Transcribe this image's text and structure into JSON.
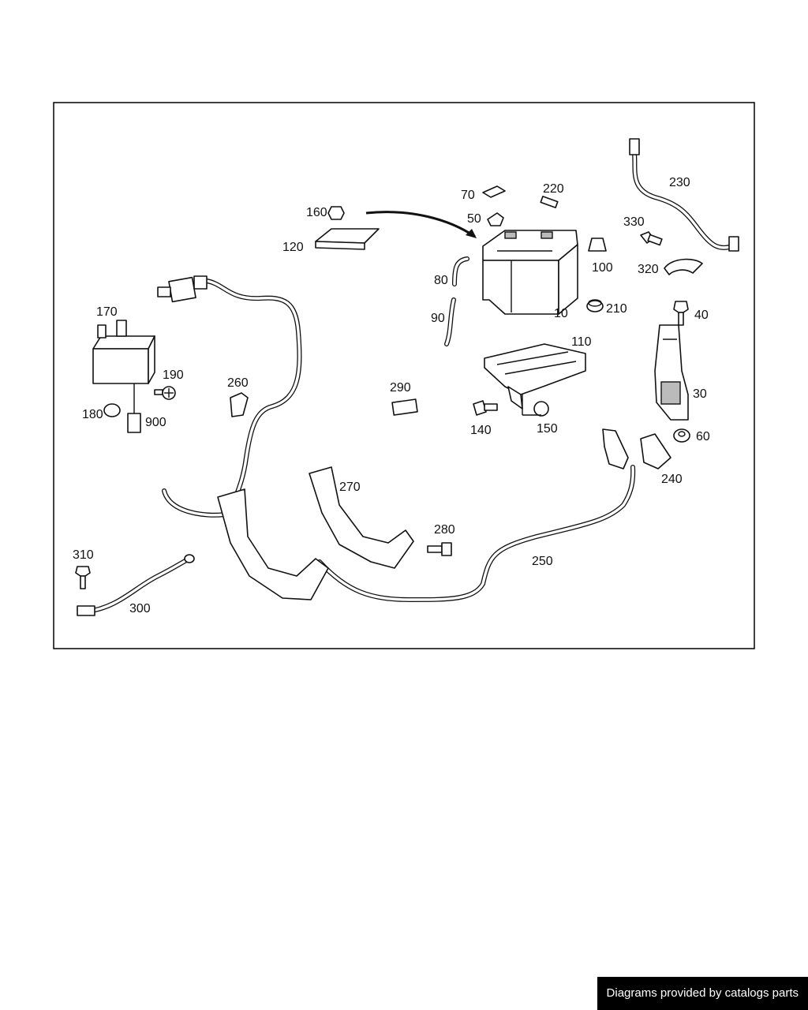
{
  "labels": {
    "p10": "10",
    "p30": "30",
    "p40": "40",
    "p50": "50",
    "p60": "60",
    "p70": "70",
    "p80": "80",
    "p90": "90",
    "p100": "100",
    "p110": "110",
    "p120": "120",
    "p140": "140",
    "p150": "150",
    "p160": "160",
    "p170": "170",
    "p180": "180",
    "p190": "190",
    "p210": "210",
    "p220": "220",
    "p230": "230",
    "p240": "240",
    "p250": "250",
    "p260": "260",
    "p270": "270",
    "p280": "280",
    "p290": "290",
    "p300": "300",
    "p310": "310",
    "p320": "320",
    "p330": "330",
    "p900": "900"
  },
  "footer": {
    "credit": "Diagrams provided by catalogs parts"
  }
}
